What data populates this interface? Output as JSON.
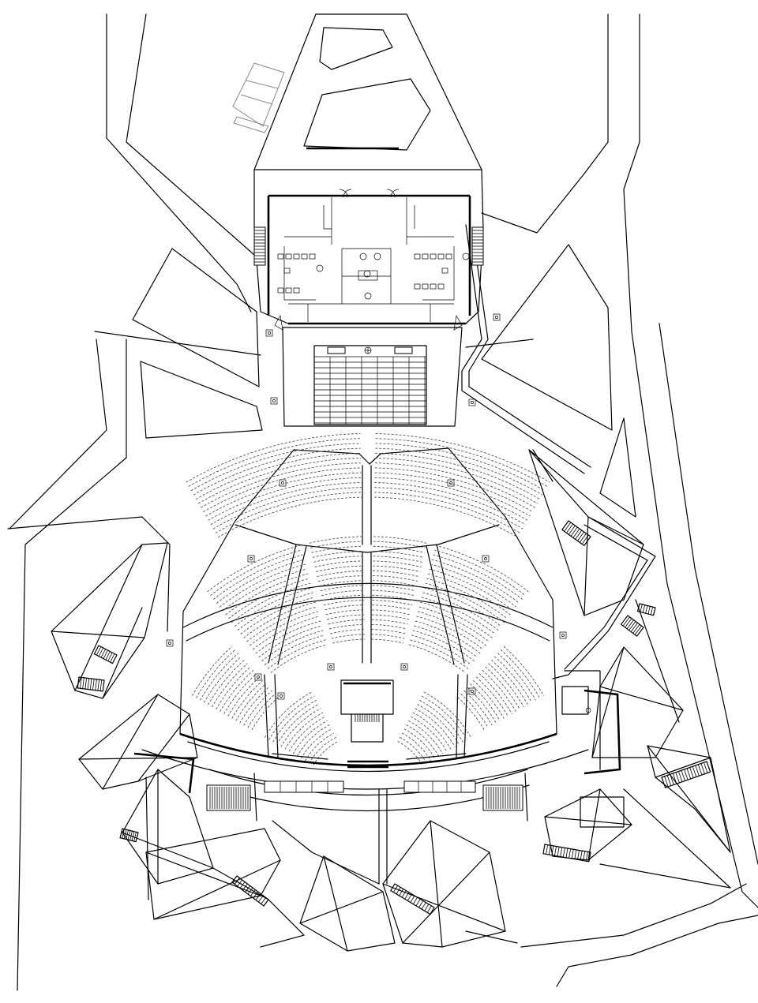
{
  "title": "",
  "auditorium": {
    "upper_rows": 14,
    "upper_row_radius_start": 380,
    "upper_row_spacing": 6.2,
    "lower_rows": 13,
    "lower_row_radius_start": 150,
    "lower_row_spacing": 5.9
  },
  "colors": {
    "line": "#000000",
    "seats": "#555555",
    "paving": "#8a8a8a",
    "background": "#ffffff"
  }
}
